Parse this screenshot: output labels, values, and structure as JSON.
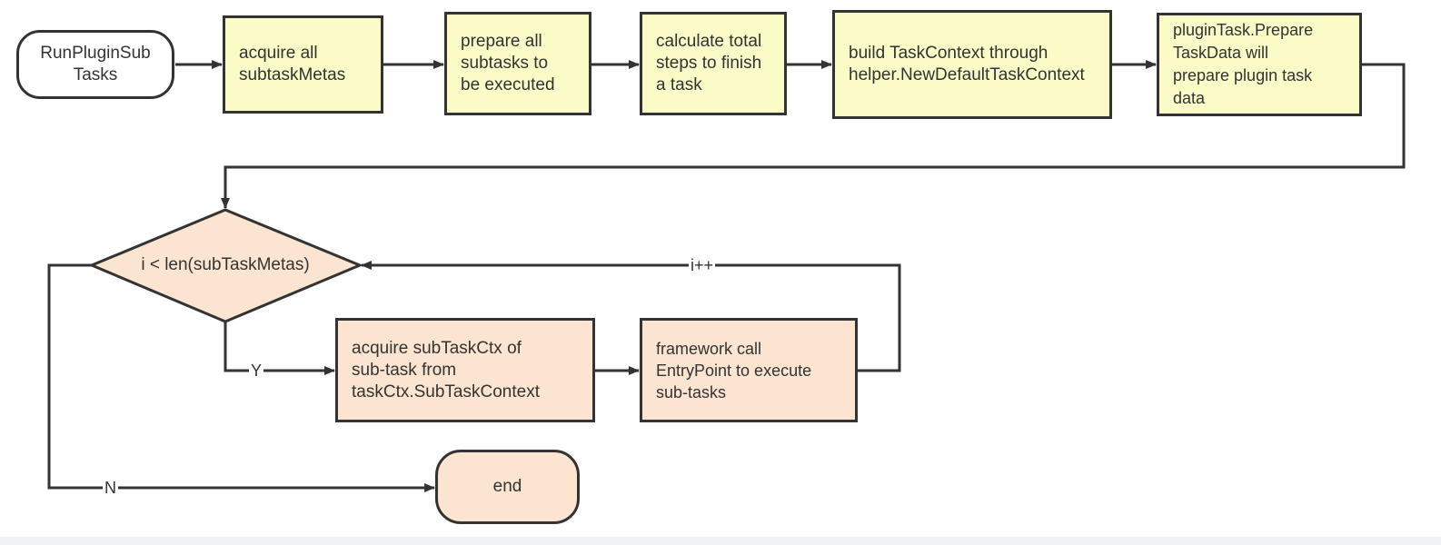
{
  "nodes": {
    "start": "RunPluginSub\nTasks",
    "acquire_metas": "acquire all\nsubtaskMetas",
    "prepare_subtasks": "prepare all\nsubtasks to\nbe executed",
    "calculate_steps": "calculate total\nsteps to finish\na task",
    "build_context": "build TaskContext through\nhelper.NewDefaultTaskContext",
    "prepare_task_data": "pluginTask.Prepare\nTaskData will\nprepare plugin task\ndata",
    "loop_condition": "i < len(subTaskMetas)",
    "acquire_subtask_ctx": "acquire subTaskCtx of\nsub-task from\ntaskCtx.SubTaskContext",
    "framework_call": "framework call\nEntryPoint to execute\nsub-tasks",
    "end": "end"
  },
  "edge_labels": {
    "increment": "i++",
    "yes": "Y",
    "no": "N"
  },
  "colors": {
    "process_fill": "#fbfbc8",
    "loop_fill": "#fbe5d0",
    "stroke": "#333333",
    "background": "#ffffff"
  }
}
